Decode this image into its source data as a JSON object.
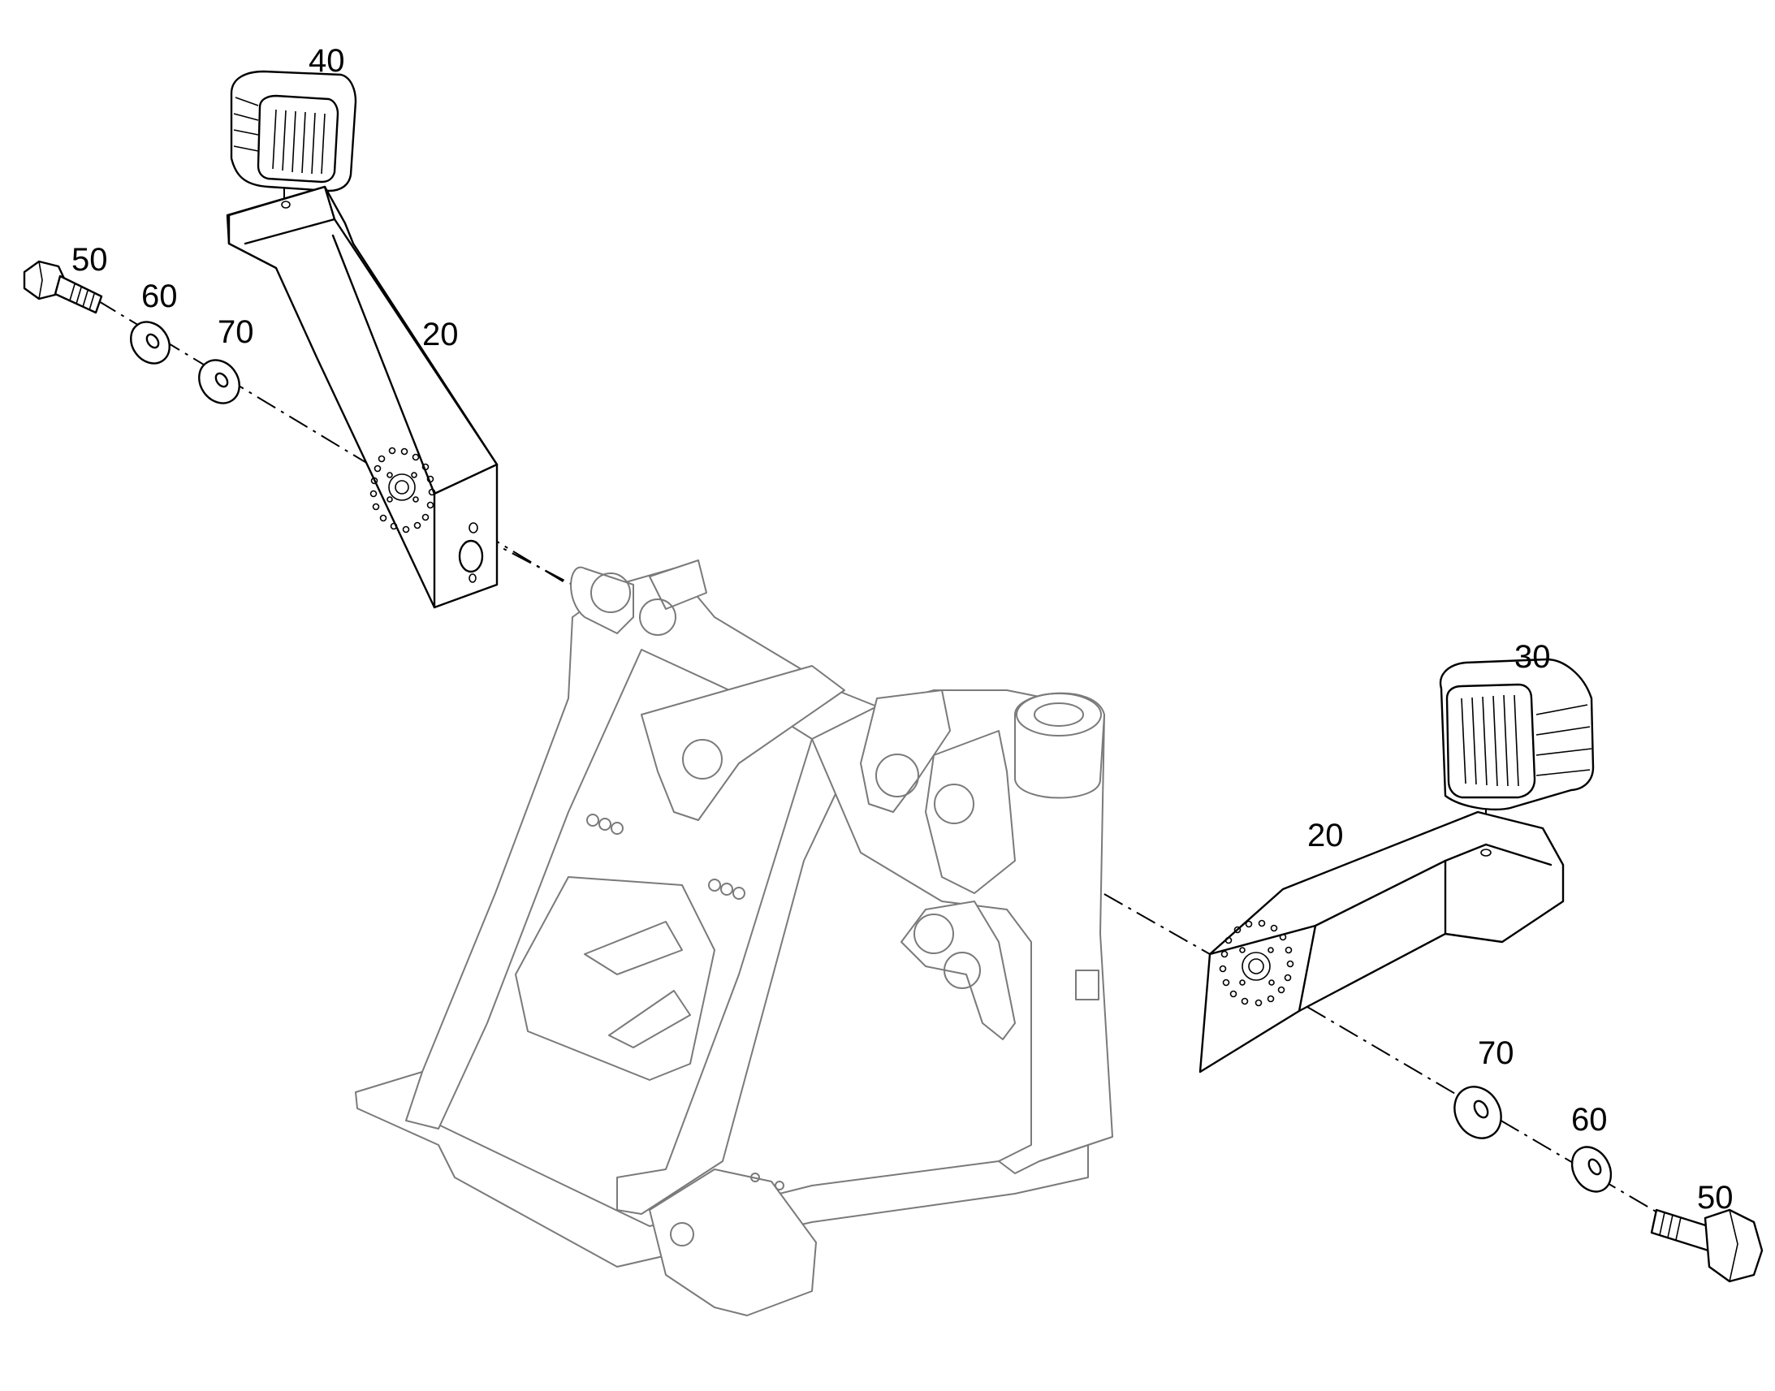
{
  "callouts": {
    "lamp_top": "40",
    "bolt_left": "50",
    "washer_left_a": "60",
    "washer_left_b": "70",
    "bracket_left": "20",
    "lamp_right": "30",
    "bracket_right": "20",
    "washer_right_b": "70",
    "washer_right_a": "60",
    "bolt_right": "50"
  }
}
